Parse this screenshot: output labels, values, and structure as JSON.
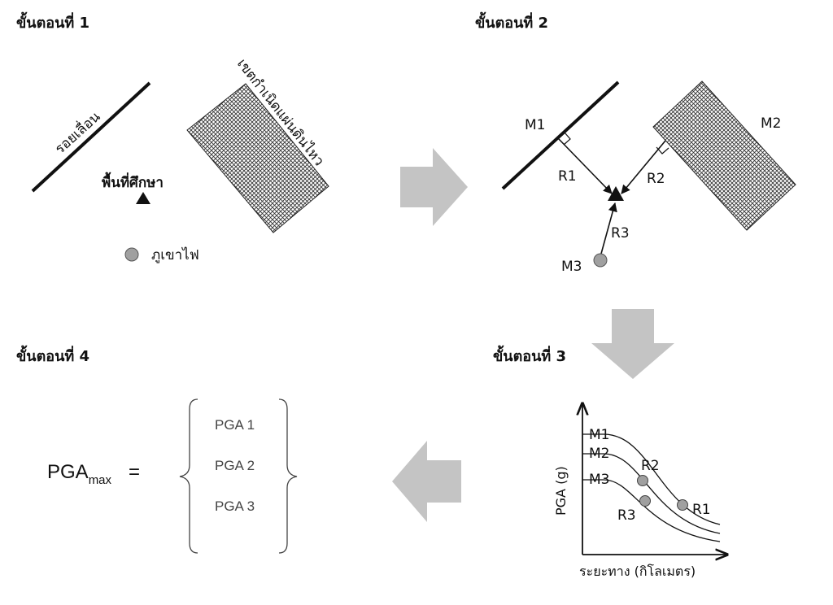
{
  "steps": {
    "step1": "ขั้นตอนที่ 1",
    "step2": "ขั้นตอนที่ 2",
    "step3": "ขั้นตอนที่ 3",
    "step4": "ขั้นตอนที่ 4"
  },
  "step1_panel": {
    "fault_label": "รอยเลื่อน",
    "zone_label": "เขตกำเนิดแผ่นดินไหว",
    "site_label": "พื้นที่ศึกษา",
    "volcano_label": "ภูเขาไฟ"
  },
  "step2_panel": {
    "m1": "M1",
    "m2": "M2",
    "m3": "M3",
    "r1": "R1",
    "r2": "R2",
    "r3": "R3"
  },
  "step3_panel": {
    "ylabel": "PGA (g)",
    "xlabel": "ระยะทาง (กิโลเมตร)",
    "curves": [
      "M1",
      "M2",
      "M3"
    ],
    "points": [
      "R1",
      "R2",
      "R3"
    ]
  },
  "step4_panel": {
    "lhs": "PGA",
    "lhs_sub": "max",
    "equals": "=",
    "items": [
      "PGA 1",
      "PGA 2",
      "PGA 3"
    ]
  },
  "colors": {
    "arrow": "#c4c4c4",
    "volcano": "#a0a0a0",
    "hatch": "#333333"
  }
}
